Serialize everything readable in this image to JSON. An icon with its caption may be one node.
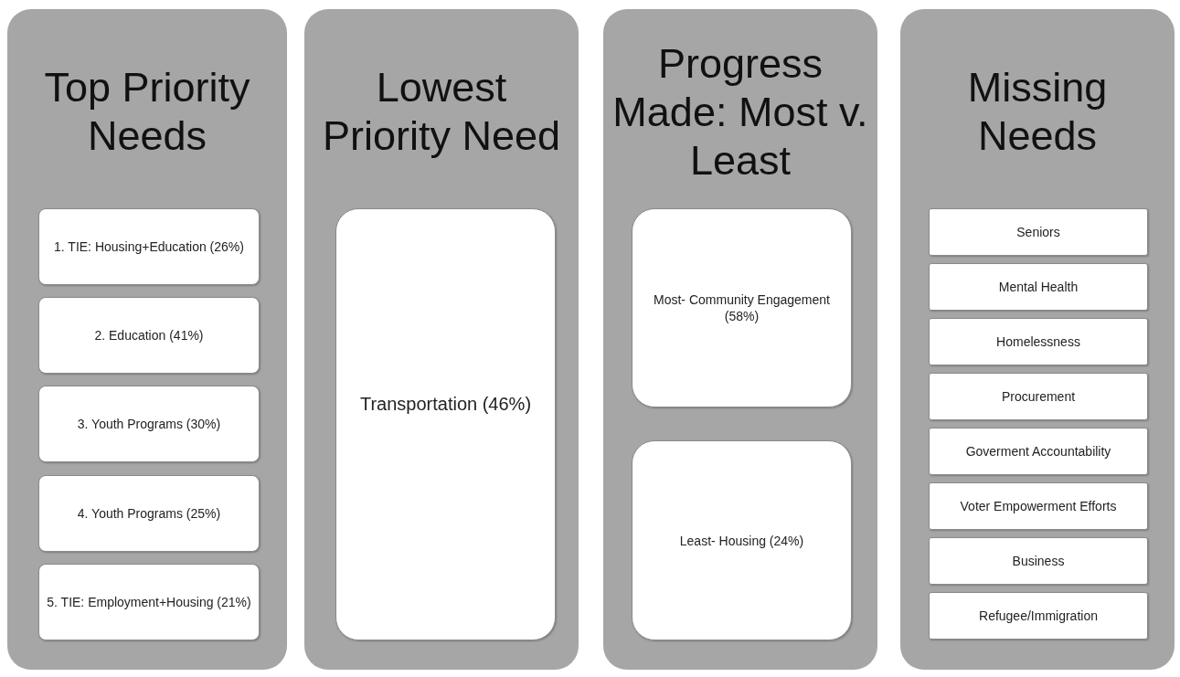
{
  "diagram": {
    "nodes": [
      {
        "text": [
          "Top Priority Needs"
        ]
      },
      {
        "text": [
          "1. TIE: Housing+Education (26%)"
        ],
        "in": 0
      },
      {
        "text": [
          "2. Education (41%)"
        ],
        "in": 0
      },
      {
        "text": [
          "3. Youth Programs (30%)"
        ],
        "in": 0
      },
      {
        "text": [
          "4. Youth Programs (25%)"
        ],
        "in": 0
      },
      {
        "text": [
          "5. TIE: Employment+Housing (21%)"
        ],
        "in": 0
      },
      {
        "text": [
          "Lowest Priority Need"
        ]
      },
      {
        "text": [
          "Transportation (46%)"
        ],
        "in": 6
      },
      {
        "text": [
          "Progress Made: Most v. Least"
        ]
      },
      {
        "text": [
          "Most- Community Engagement (58%)"
        ],
        "in": 8
      },
      {
        "text": [
          "Least- Housing (24%)"
        ],
        "in": 8
      },
      {
        "text": [
          "Missing Needs"
        ]
      },
      {
        "text": [
          "Seniors"
        ],
        "in": 11
      },
      {
        "text": [
          "Mental Health"
        ],
        "in": 11
      },
      {
        "text": [
          "Homelessness"
        ],
        "in": 11
      },
      {
        "text": [
          "Procurement"
        ],
        "in": 11
      },
      {
        "text": [
          "Goverment Accountability"
        ],
        "in": 11
      },
      {
        "text": [
          "Voter Empowerment Efforts"
        ],
        "in": 11
      },
      {
        "text": [
          "Business"
        ],
        "in": 11
      },
      {
        "text": [
          "Refugee/Immigration"
        ],
        "in": 11
      }
    ],
    "edges": []
  }
}
